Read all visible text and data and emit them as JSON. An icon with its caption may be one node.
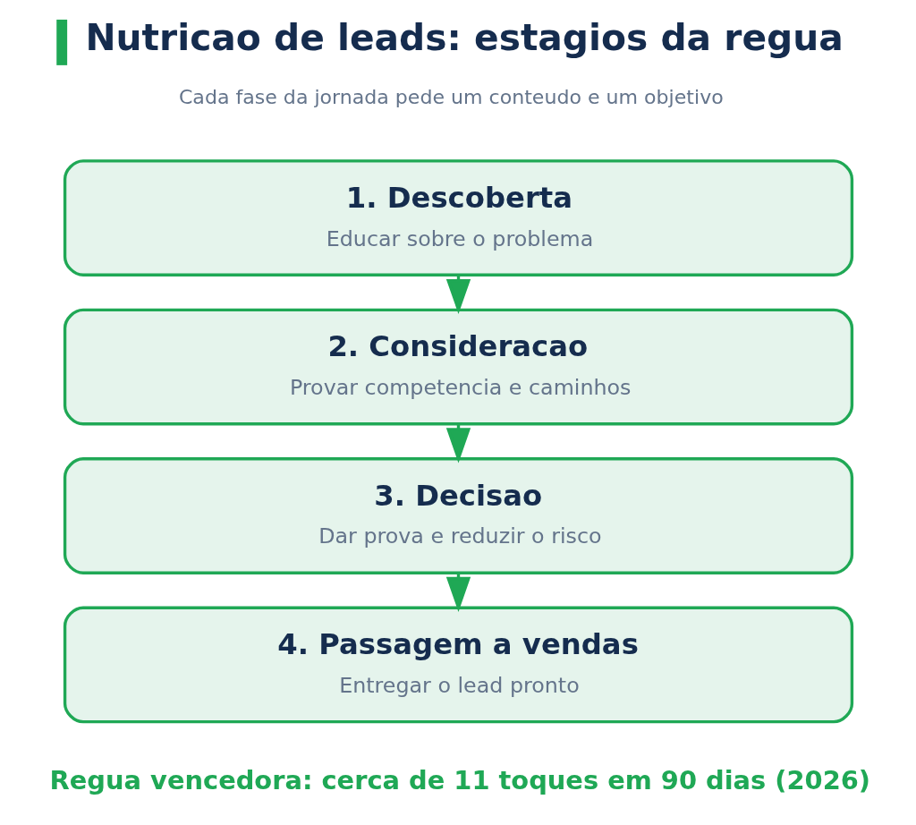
{
  "diagram": {
    "title": "Nutricao de leads: estagios da regua",
    "nodes": [
      {
        "text": [
          "1. Descoberta",
          "Educar sobre o problema"
        ]
      },
      {
        "text": [
          "2. Consideracao",
          "Provar competencia e caminhos"
        ]
      },
      {
        "text": [
          "3. Decisao",
          "Dar prova e reduzir o risco"
        ]
      },
      {
        "text": [
          "4. Passagem a vendas",
          "Entregar o lead pronto"
        ]
      }
    ],
    "edges": [
      {
        "from": 0,
        "to": 1,
        "arrow": "to"
      },
      {
        "from": 1,
        "to": 2,
        "arrow": "to"
      },
      {
        "from": 2,
        "to": 3,
        "arrow": "to"
      }
    ],
    "labels": [
      "Cada fase da jornada pede um conteudo e um objetivo",
      "Regua vencedora: cerca de 11 toques em 90 dias (2026)"
    ]
  }
}
